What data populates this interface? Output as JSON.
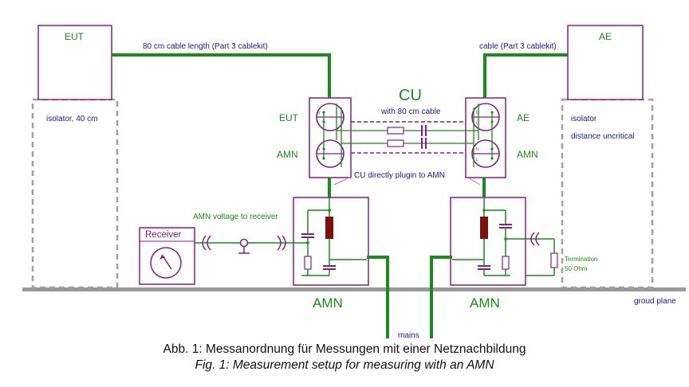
{
  "labels": {
    "eut_box": "EUT",
    "ae_box": "AE",
    "cable_left": "80 cm cable length (Part 3 cablekit)",
    "cable_right": "cable (Part 3 cablekit)",
    "isolator_left": "isolator, 40 cm",
    "isolator_right_1": "isolator",
    "isolator_right_2": "distance uncritical",
    "cu_title": "CU",
    "cu_sub": "with 80 cm cable",
    "cu_eut": "EUT",
    "cu_amn_left": "AMN",
    "cu_ae": "AE",
    "cu_amn_right": "AMN",
    "cu_plugin": "CU directly plugin to AMN",
    "amn_voltage": "AMN voltage to receiver",
    "receiver": "Receiver",
    "amn_left": "AMN",
    "amn_right": "AMN",
    "termination_1": "Termination",
    "termination_2": "50 Ohm",
    "ground_plane": "groud plane",
    "mains": "mains",
    "socket_n": "N",
    "socket_l": "L"
  },
  "caption": {
    "line1": "Abb. 1:  Messanordnung für Messungen mit einer Netznachbildung",
    "line2": "Fig. 1: Measurement setup for measuring with an AMN"
  },
  "colors": {
    "box": "#8b1a8b",
    "cable": "#1a8c1a",
    "text_blue": "#1a1a8c",
    "text_green": "#1a8c1a",
    "ground": "#999999",
    "dashed": "#a0a0a0",
    "inductor": "#7a1010"
  }
}
